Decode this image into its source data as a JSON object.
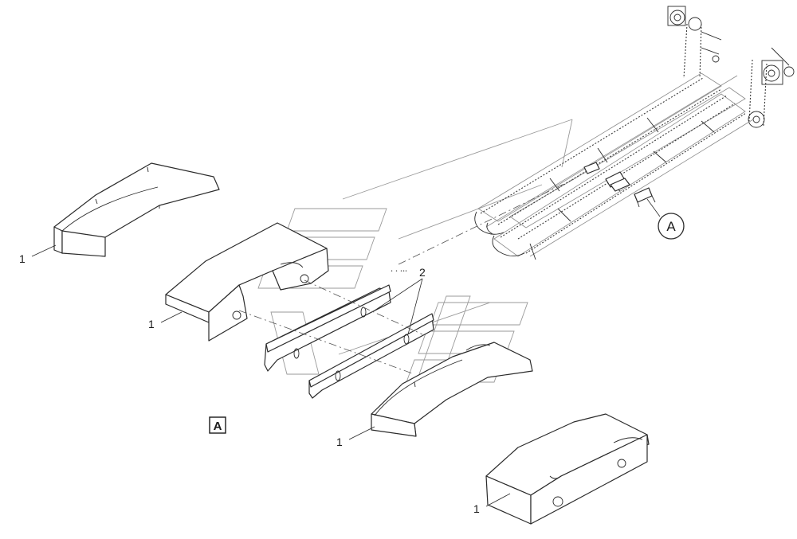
{
  "diagram": {
    "callouts": {
      "part_1": "1",
      "part_2": "2",
      "detail_ref": "A"
    },
    "view_label": "A",
    "small_mark": "• • •••"
  }
}
